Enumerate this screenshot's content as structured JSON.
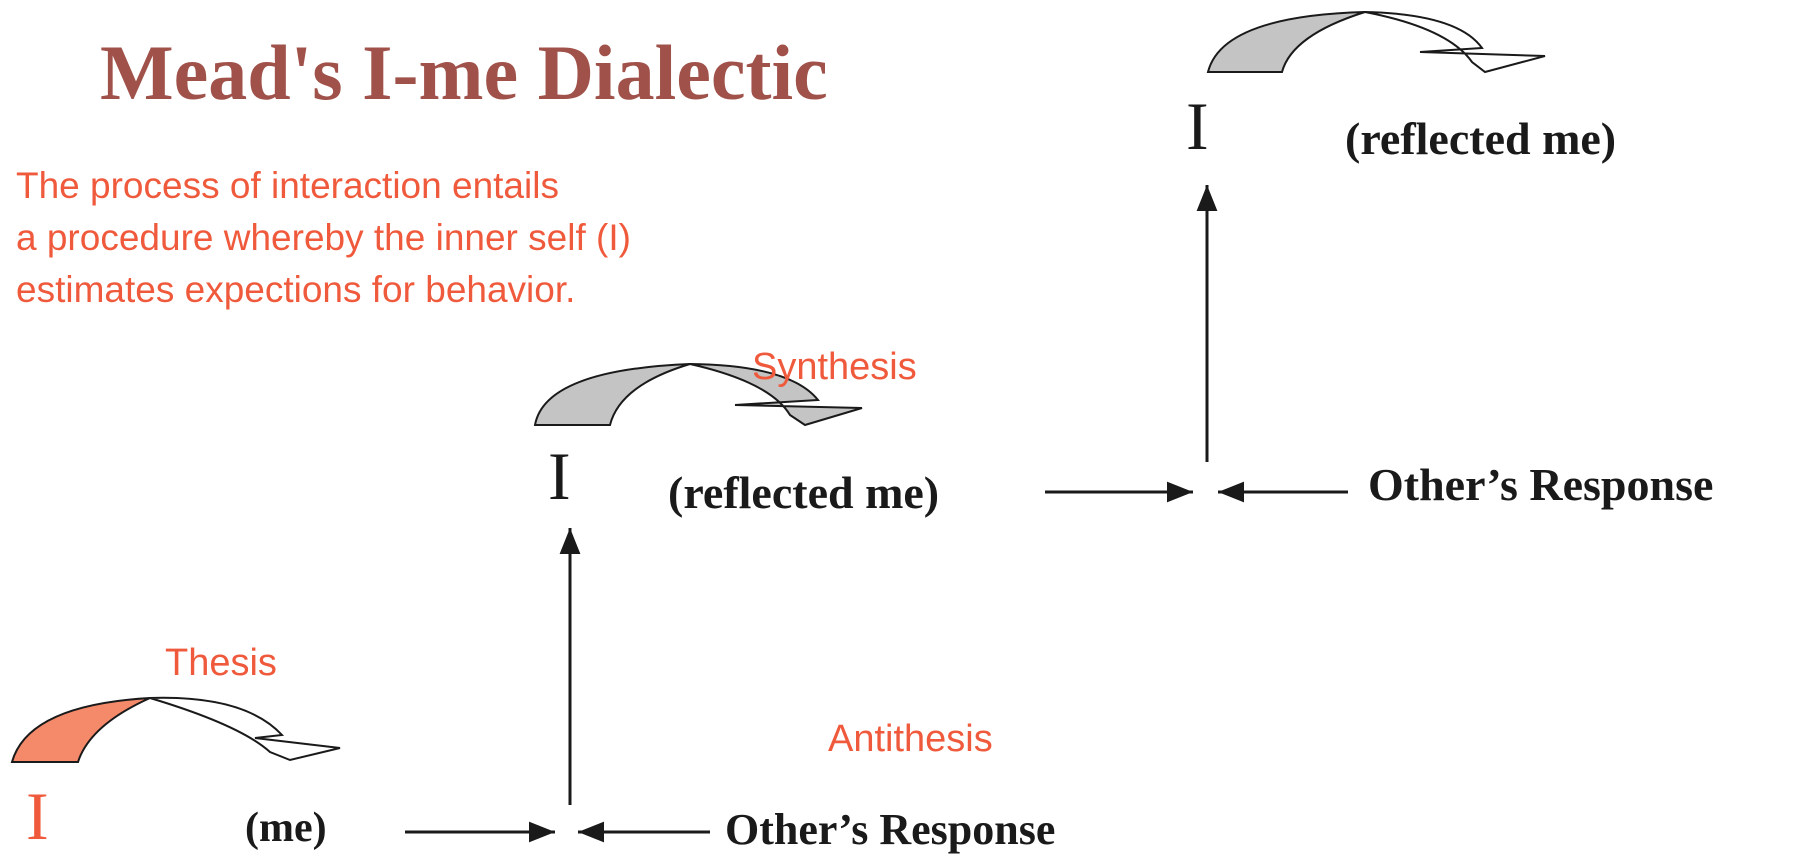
{
  "title": "Mead's I-me Dialectic",
  "description": [
    "The process of interaction entails",
    "a procedure whereby the inner self (I)",
    "estimates expections for behavior."
  ],
  "stages": {
    "thesis": "Thesis",
    "antithesis": "Antithesis",
    "synthesis": "Synthesis"
  },
  "level1": {
    "i": "I",
    "me": "(me)",
    "response": "Other’s Response"
  },
  "level2": {
    "i": "I",
    "me": "(reflected me)",
    "response": "Other’s Response"
  },
  "level3": {
    "i": "I",
    "me": "(reflected me)"
  },
  "colors": {
    "title": "#a0524a",
    "accent": "#f05a3c",
    "text": "#1a1a1a",
    "thesis_arrow_fill": "#f58a6a",
    "gray_arrow_fill": "#c4c4c4",
    "line": "#1a1a1a"
  }
}
